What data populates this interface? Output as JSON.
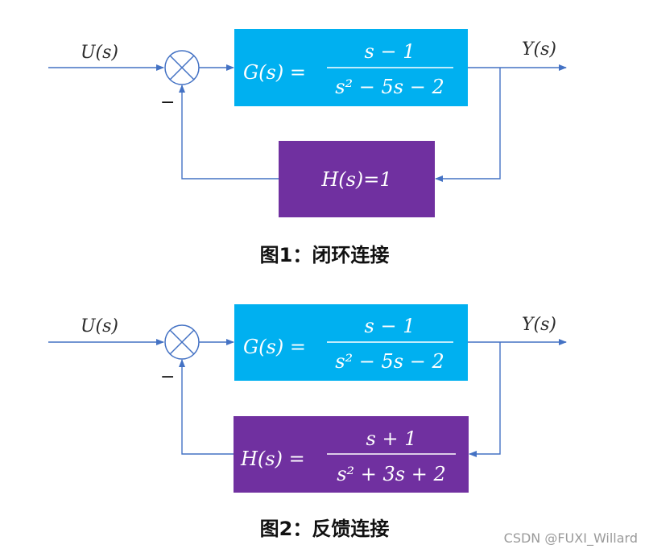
{
  "diagrams": [
    {
      "input_label": "U(s)",
      "output_label": "Y(s)",
      "minus_sign": "−",
      "forward_block": {
        "lhs": "G(s) =",
        "numerator": "s − 1",
        "denominator": "s² − 5s − 2",
        "color": "#00b0f0"
      },
      "feedback_block": {
        "text": "H(s)=1",
        "color": "#7030a0"
      },
      "caption": "图1：闭环连接"
    },
    {
      "input_label": "U(s)",
      "output_label": "Y(s)",
      "minus_sign": "−",
      "forward_block": {
        "lhs": "G(s) =",
        "numerator": "s − 1",
        "denominator": "s² − 5s − 2",
        "color": "#00b0f0"
      },
      "feedback_block": {
        "lhs": "H(s) =",
        "numerator": "s + 1",
        "denominator": "s² + 3s + 2",
        "color": "#7030a0"
      },
      "caption": "图2：反馈连接"
    }
  ],
  "watermark": "CSDN @FUXI_Willard",
  "colors": {
    "wire": "#4472c4",
    "forward": "#00b0f0",
    "feedback": "#7030a0"
  }
}
